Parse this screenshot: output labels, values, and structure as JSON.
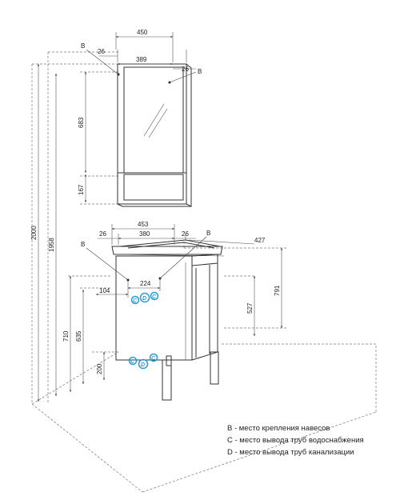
{
  "colors": {
    "line": "#333333",
    "marker": "#2a9ad6",
    "grey_fill": "#dddddd"
  },
  "mirror_cabinet": {
    "width": "450",
    "inner_width": "389",
    "offset_left": "26",
    "offset_right": "26",
    "mirror_height": "683",
    "shelf_height": "167",
    "label_left": "B",
    "label_right": "B"
  },
  "vanity": {
    "width": "453",
    "inner_width": "380",
    "offset_left": "26",
    "offset_right": "26",
    "depth": "427",
    "height": "791",
    "legs_level": "527",
    "hole_spacing": "224",
    "hole_offset": "104",
    "label_left": "B",
    "label_right": "B",
    "marker_c": "C",
    "marker_d": "D"
  },
  "left_dims": {
    "total": "2000",
    "mirror_top": "1958",
    "vanity_mount": "710",
    "supply": "635",
    "drain": "200"
  },
  "legend": [
    "B - место крепления навесов",
    "C - место вывода труб водоснабжения",
    "D - место вывода труб канализации"
  ]
}
